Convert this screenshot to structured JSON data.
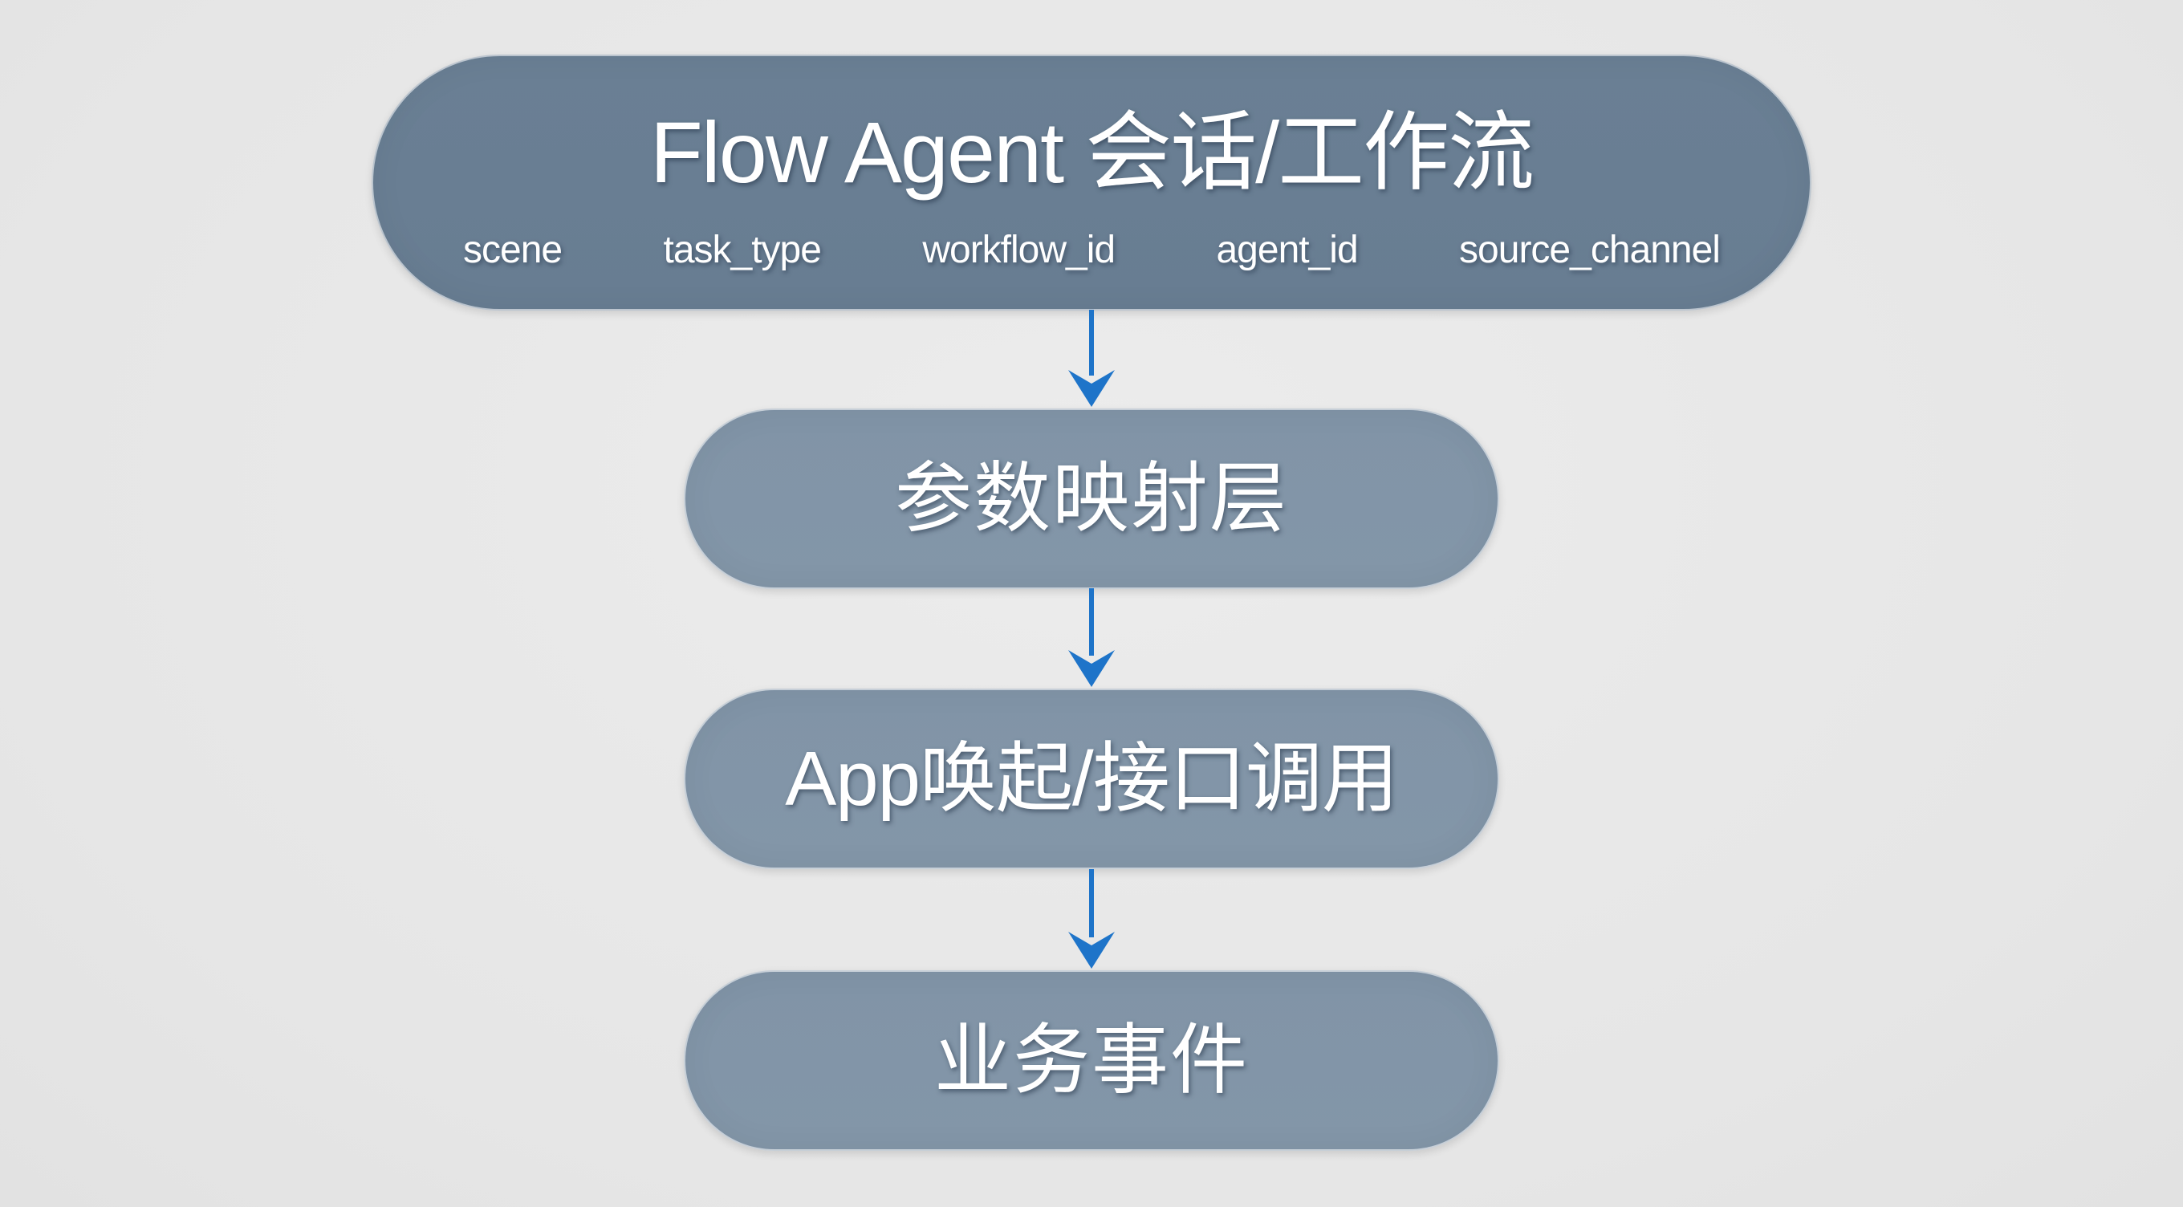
{
  "diagram": {
    "type": "flowchart",
    "direction": "top-to-bottom",
    "colors": {
      "background": "#e8e8e8",
      "top_node_fill": "#687d92",
      "node_fill": "#8295a7",
      "text": "#ffffff",
      "arrow": "#1e74c9"
    },
    "nodes": [
      {
        "id": "flow-agent",
        "title": "Flow Agent 会话/工作流",
        "fields": [
          "scene",
          "task_type",
          "workflow_id",
          "agent_id",
          "source_channel"
        ]
      },
      {
        "id": "param-mapping",
        "label": "参数映射层"
      },
      {
        "id": "app-invoke",
        "label": "App唤起/接口调用"
      },
      {
        "id": "business-event",
        "label": "业务事件"
      }
    ],
    "edges": [
      {
        "from": "flow-agent",
        "to": "param-mapping"
      },
      {
        "from": "param-mapping",
        "to": "app-invoke"
      },
      {
        "from": "app-invoke",
        "to": "business-event"
      }
    ]
  }
}
